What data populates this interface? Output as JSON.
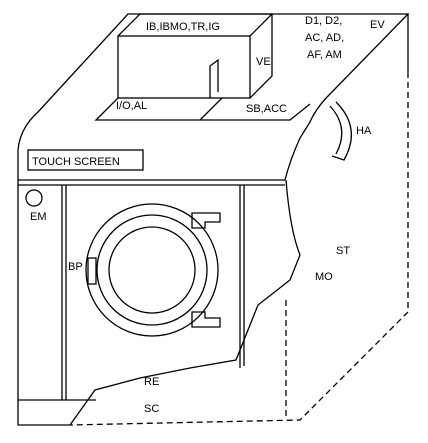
{
  "labels": {
    "ib": "IB,IBMO,TR,IG",
    "ve": "VE",
    "io": "I/O,AL",
    "sb": "SB,ACC",
    "d_line1": "D1, D2,",
    "d_line2": "AC, AD,",
    "d_line3": "AF, AM",
    "ev": "EV",
    "ha": "HA",
    "touch_screen": "TOUCH SCREEN",
    "em": "EM",
    "bp": "BP",
    "st": "ST",
    "mo": "MO",
    "re": "RE",
    "sc": "SC"
  }
}
